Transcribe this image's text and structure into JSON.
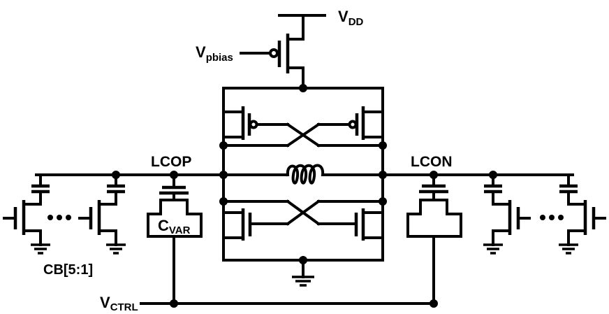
{
  "labels": {
    "vdd_main": "V",
    "vdd_sub": "DD",
    "vpbias_main": "V",
    "vpbias_sub": "pbias",
    "lcop": "LCOP",
    "lcon": "LCON",
    "cvar_main": "C",
    "cvar_sub": "VAR",
    "cb": "CB[5:1]",
    "vctrl_main": "V",
    "vctrl_sub": "CTRL"
  },
  "colors": {
    "ink": "#000000",
    "background": "#ffffff"
  }
}
